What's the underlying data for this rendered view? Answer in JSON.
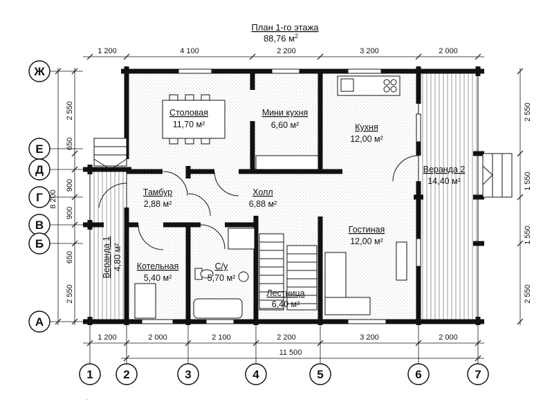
{
  "title": {
    "line1": "План 1-го этажа",
    "area_number": "88,76 м",
    "area_sup": "2"
  },
  "dims_top": [
    "1 200",
    "4 100",
    "2 200",
    "3 200",
    "2 000"
  ],
  "dims_bottom": [
    "1 200",
    "2 000",
    "2 100",
    "2 200",
    "3 200",
    "2 000"
  ],
  "dim_total_bottom": "11 500",
  "dims_left": [
    "2 550",
    "650",
    "900",
    "900",
    "650",
    "2 550"
  ],
  "dim_total_left": "8 200",
  "dims_right": [
    "2 550",
    "1 550",
    "1 550",
    "2 550"
  ],
  "axes_rows": [
    "Ж",
    "Е",
    "Д",
    "Г",
    "В",
    "Б",
    "А"
  ],
  "axes_cols": [
    "1",
    "2",
    "3",
    "4",
    "5",
    "6",
    "7"
  ],
  "rooms": [
    {
      "id": "stolovaya",
      "name": "Столовая",
      "area": "11,70 м²"
    },
    {
      "id": "mini-kuhnya",
      "name": "Мини кухня",
      "area": "6,60 м²"
    },
    {
      "id": "kuhnya",
      "name": "Кухня",
      "area": "12,00 м²"
    },
    {
      "id": "veranda2",
      "name": "Веранда 2",
      "area": "14,40 м²"
    },
    {
      "id": "tambur",
      "name": "Тамбур",
      "area": "2,88 м²"
    },
    {
      "id": "holl",
      "name": "Холл",
      "area": "6,88 м²"
    },
    {
      "id": "gostinaya",
      "name": "Гостиная",
      "area": "12,00 м²"
    },
    {
      "id": "veranda1",
      "name": "Веранда 1",
      "area": "4,80 м²"
    },
    {
      "id": "kotelnaya",
      "name": "Котельная",
      "area": "5,40 м²"
    },
    {
      "id": "su",
      "name": "С/у",
      "area": "5,70 м²"
    },
    {
      "id": "lestnica",
      "name": "Лестница",
      "area": "6,40 м²"
    }
  ]
}
